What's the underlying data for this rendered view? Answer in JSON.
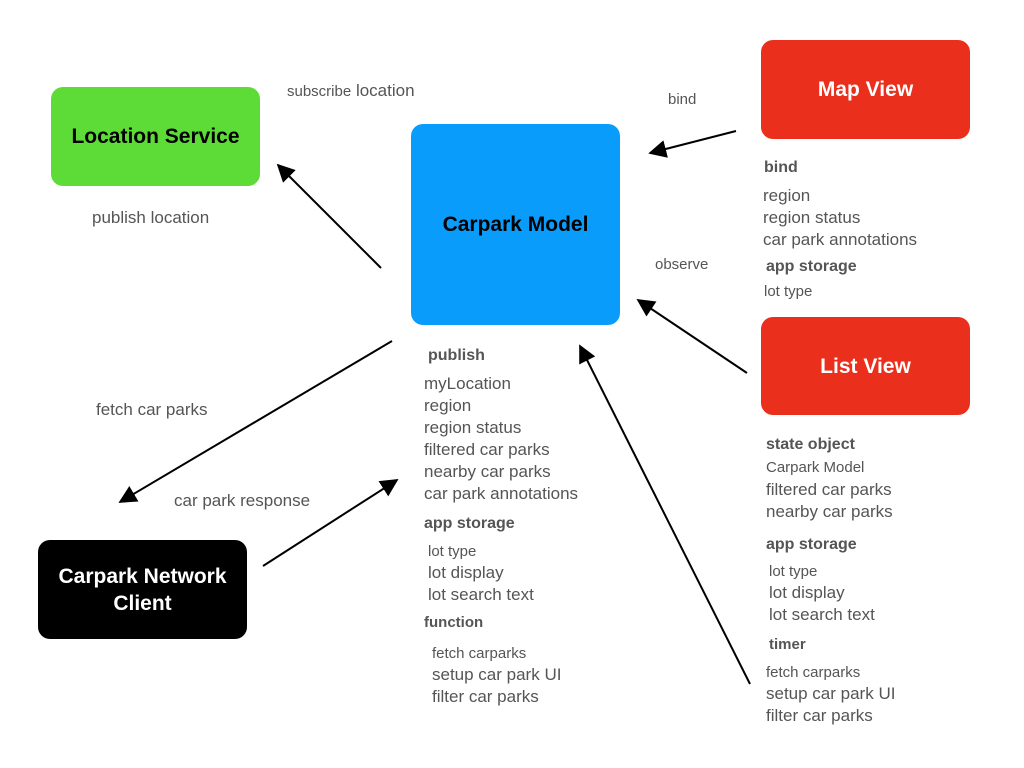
{
  "colors": {
    "location_service": "#5ddb36",
    "carpark_model": "#0a9cfa",
    "network_client": "#000000",
    "view": "#ea2f1c",
    "arrow": "#000000",
    "text": "#555555"
  },
  "nodes": {
    "location_service": "Location Service",
    "carpark_model": "Carpark Model",
    "network_client": "Carpark Network Client",
    "map_view": "Map View",
    "list_view": "List View"
  },
  "edges": {
    "subscribe_location_prefix": "subscribe",
    "subscribe_location_suffix": "location",
    "publish_location": "publish location",
    "fetch_car_parks": "fetch car parks",
    "car_park_response": "car park response",
    "bind": "bind",
    "observe": "observe"
  },
  "model_details": {
    "publish": {
      "heading": "publish",
      "items": [
        "myLocation",
        "region",
        "region status",
        "filtered car parks",
        "nearby car parks",
        "car park annotations"
      ]
    },
    "app_storage": {
      "heading": "app storage",
      "items": [
        "lot type",
        "lot display",
        "lot search text"
      ]
    },
    "function": {
      "heading": "function",
      "items": [
        "fetch carparks",
        "setup car park UI",
        "filter car parks"
      ]
    }
  },
  "map_details": {
    "bind": {
      "heading": "bind",
      "items": [
        "region",
        "region status",
        "car park annotations"
      ]
    },
    "app_storage": {
      "heading": "app storage",
      "items": [
        "lot type"
      ]
    }
  },
  "list_details": {
    "state_object": {
      "heading": "state object",
      "items": [
        "Carpark Model",
        "filtered car parks",
        "nearby car parks"
      ]
    },
    "app_storage": {
      "heading": "app storage",
      "items": [
        "lot type",
        "lot display",
        "lot search text"
      ]
    },
    "timer": {
      "heading": "timer",
      "items": [
        "fetch carparks",
        "setup car park UI",
        "filter car parks"
      ]
    }
  }
}
